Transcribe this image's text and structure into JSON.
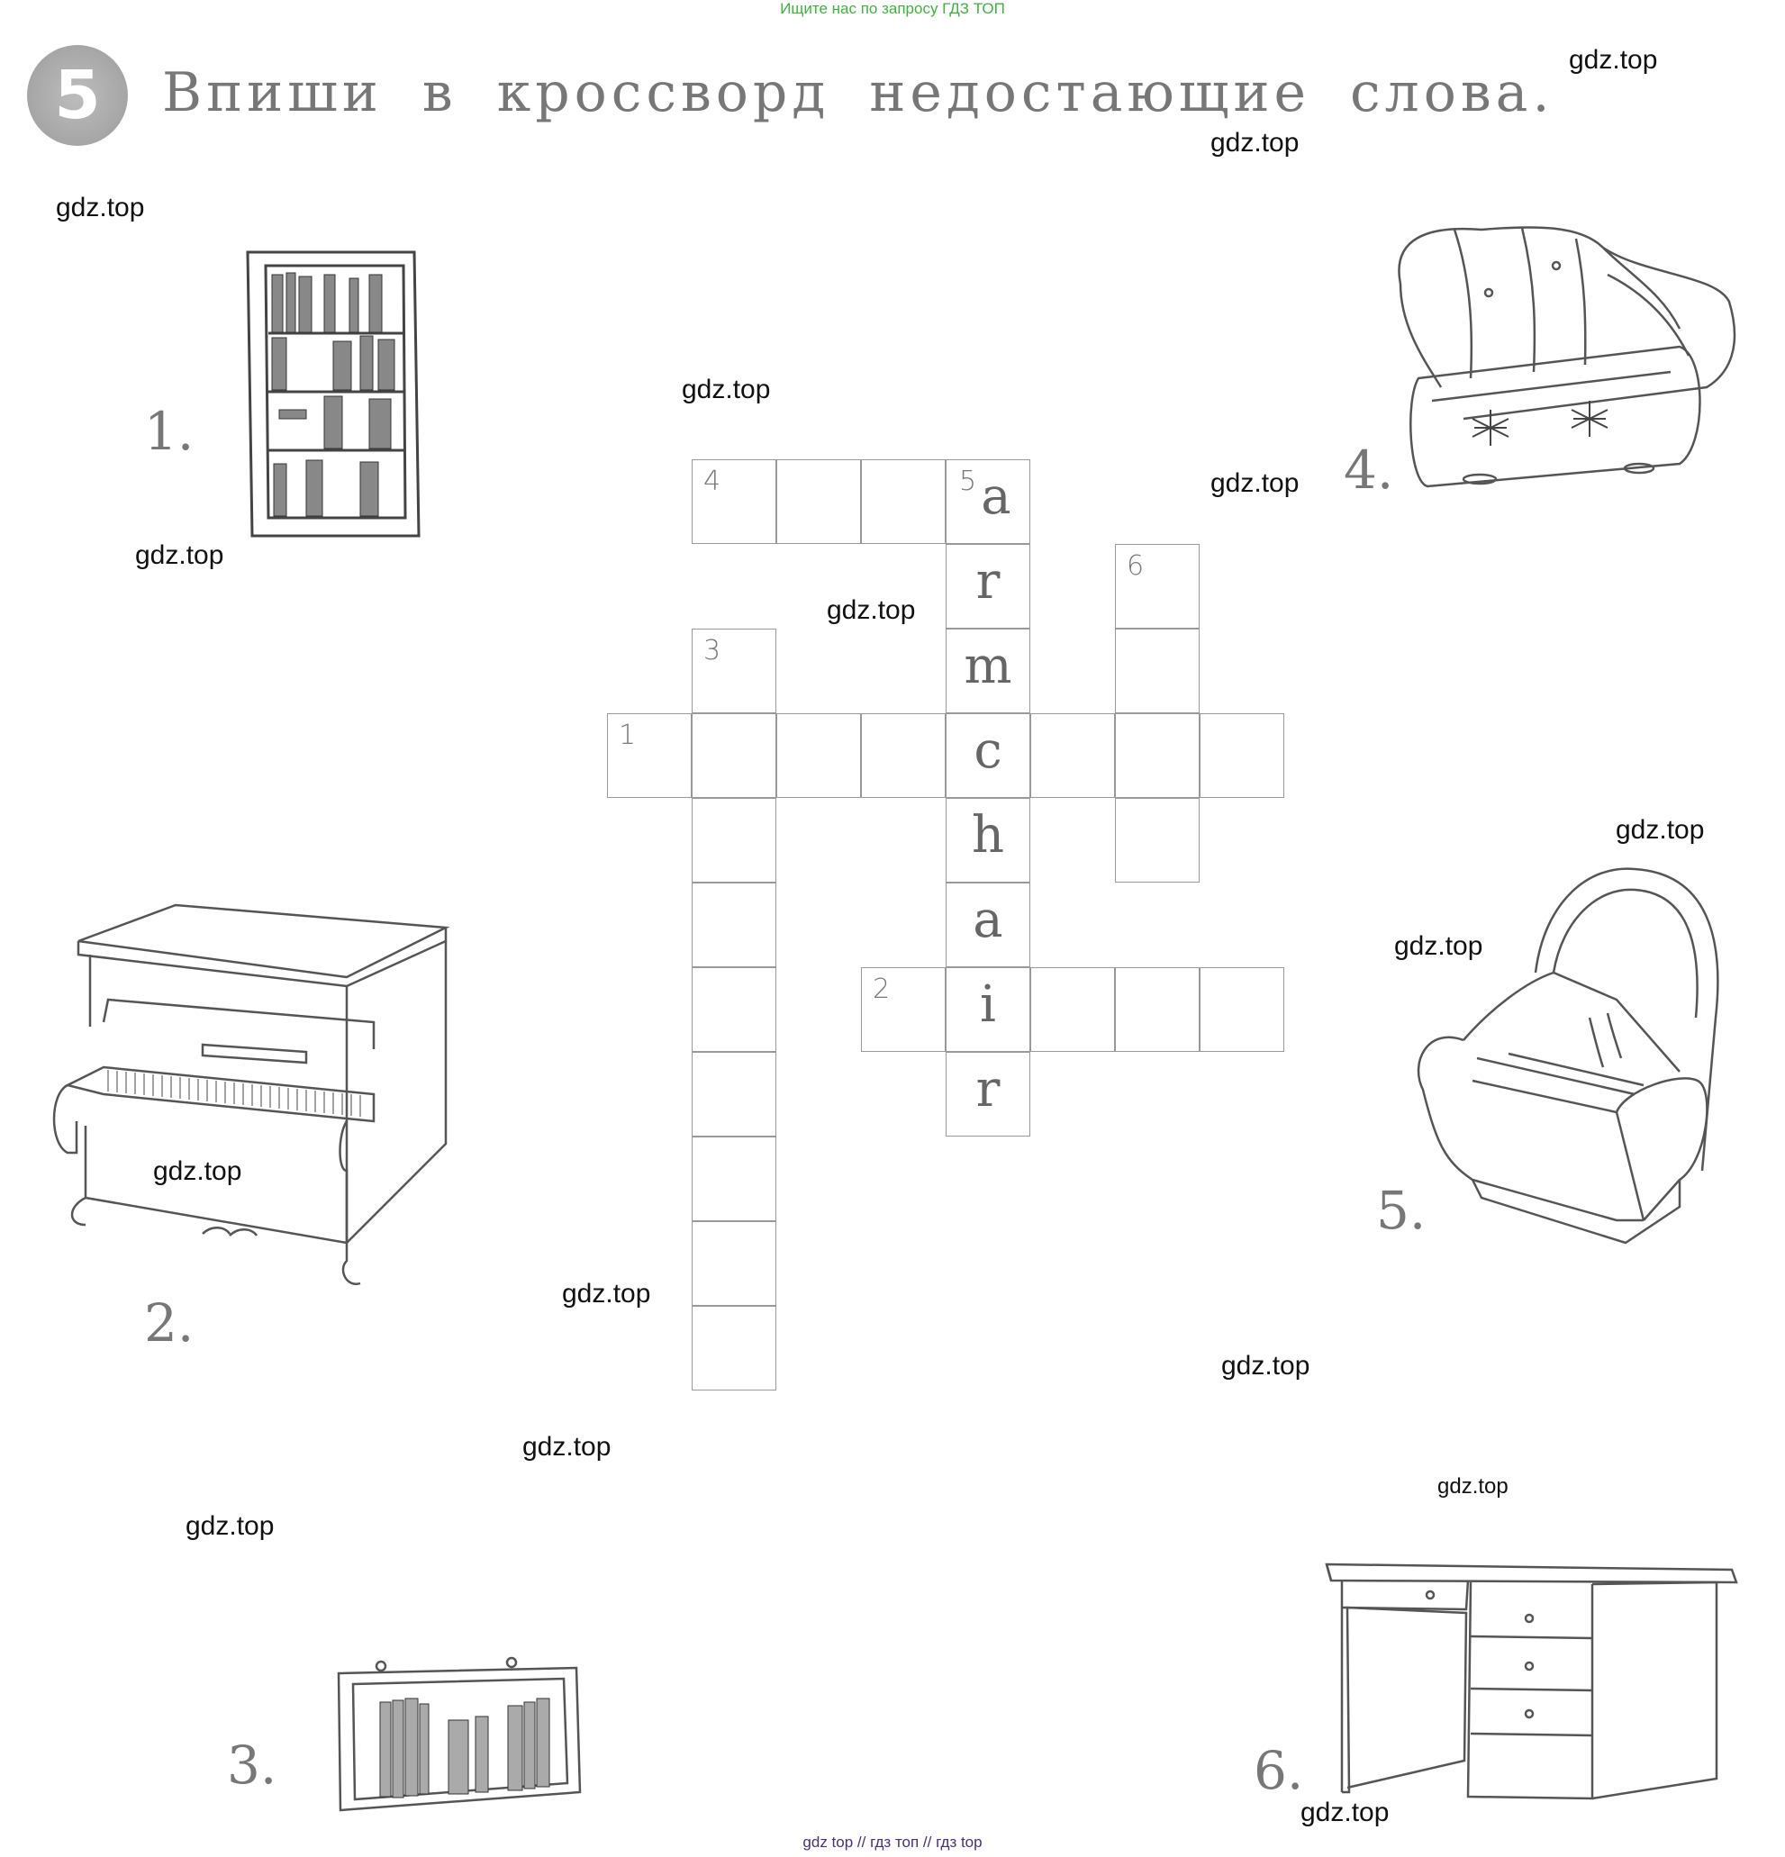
{
  "top_note": "Ищите нас по запросу ГДЗ ТОП",
  "bottom_note": "gdz top  //  гдз топ  //  гдз top",
  "exercise": {
    "number": "5",
    "instruction": "Впиши в кроссворд недостающие слова."
  },
  "pictures": [
    {
      "label": "1.",
      "icon": "bookcase-icon"
    },
    {
      "label": "2.",
      "icon": "piano-icon"
    },
    {
      "label": "3.",
      "icon": "bookshelf-icon"
    },
    {
      "label": "4.",
      "icon": "sofa-icon"
    },
    {
      "label": "5.",
      "icon": "armchair-icon"
    },
    {
      "label": "6.",
      "icon": "desk-icon"
    }
  ],
  "crossword": {
    "clue_numbers": [
      "1",
      "2",
      "3",
      "4",
      "5",
      "6"
    ],
    "given_word": [
      "a",
      "r",
      "m",
      "c",
      "h",
      "a",
      "i",
      "r"
    ]
  },
  "watermark": "gdz.top"
}
